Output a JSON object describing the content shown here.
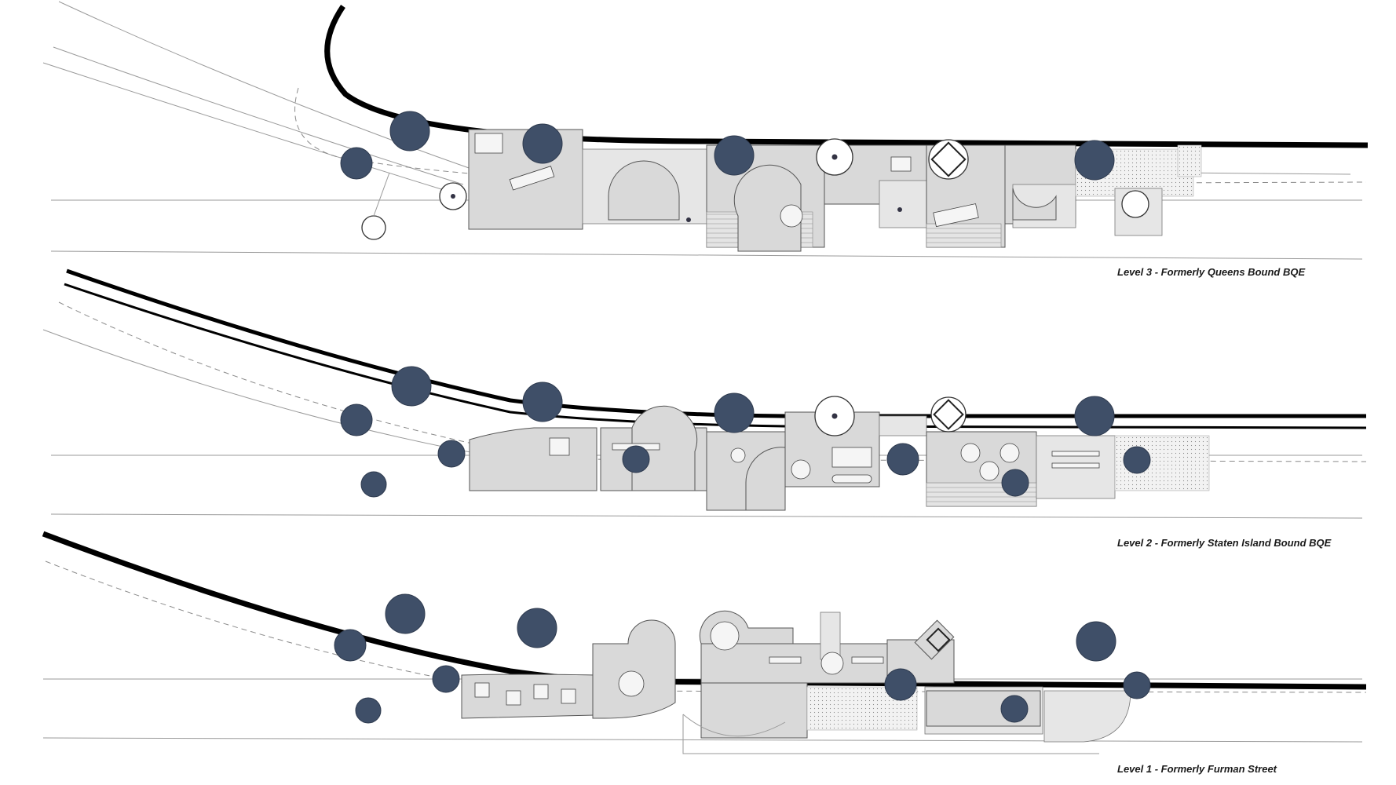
{
  "levels": [
    {
      "id": "level-3",
      "label": "Level 3 - Formerly Queens Bound BQE"
    },
    {
      "id": "level-2",
      "label": "Level 2 - Formerly Staten Island Bound BQE"
    },
    {
      "id": "level-1",
      "label": "Level 1 - Formerly Furman Street"
    }
  ],
  "colors": {
    "tree": "#3f4f68",
    "room_fill": "#d9d9d9",
    "structure_line": "#000000",
    "guide_line": "#9a9a9a"
  }
}
